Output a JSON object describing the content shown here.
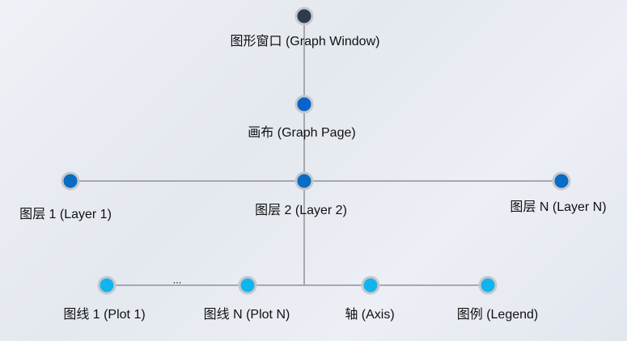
{
  "colors": {
    "root": "#2f3a4a",
    "page": "#0a63c8",
    "layer": "#0a6cc2",
    "leaf": "#12b4ee",
    "line": "#a6a8ab",
    "ring": "#c5c8cc"
  },
  "nodes": {
    "graph_window": {
      "label": "图形窗口 (Graph Window)"
    },
    "graph_page": {
      "label": "画布 (Graph Page)"
    },
    "layers": [
      {
        "label": "图层 1 (Layer 1)"
      },
      {
        "label": "图层 2 (Layer 2)"
      },
      {
        "label": "图层 N (Layer N)"
      }
    ],
    "children": [
      {
        "label": "图线 1 (Plot 1)"
      },
      {
        "label": "图线 N (Plot N)"
      },
      {
        "label": "轴 (Axis)"
      },
      {
        "label": "图例 (Legend)"
      }
    ],
    "ellipsis": "..."
  }
}
